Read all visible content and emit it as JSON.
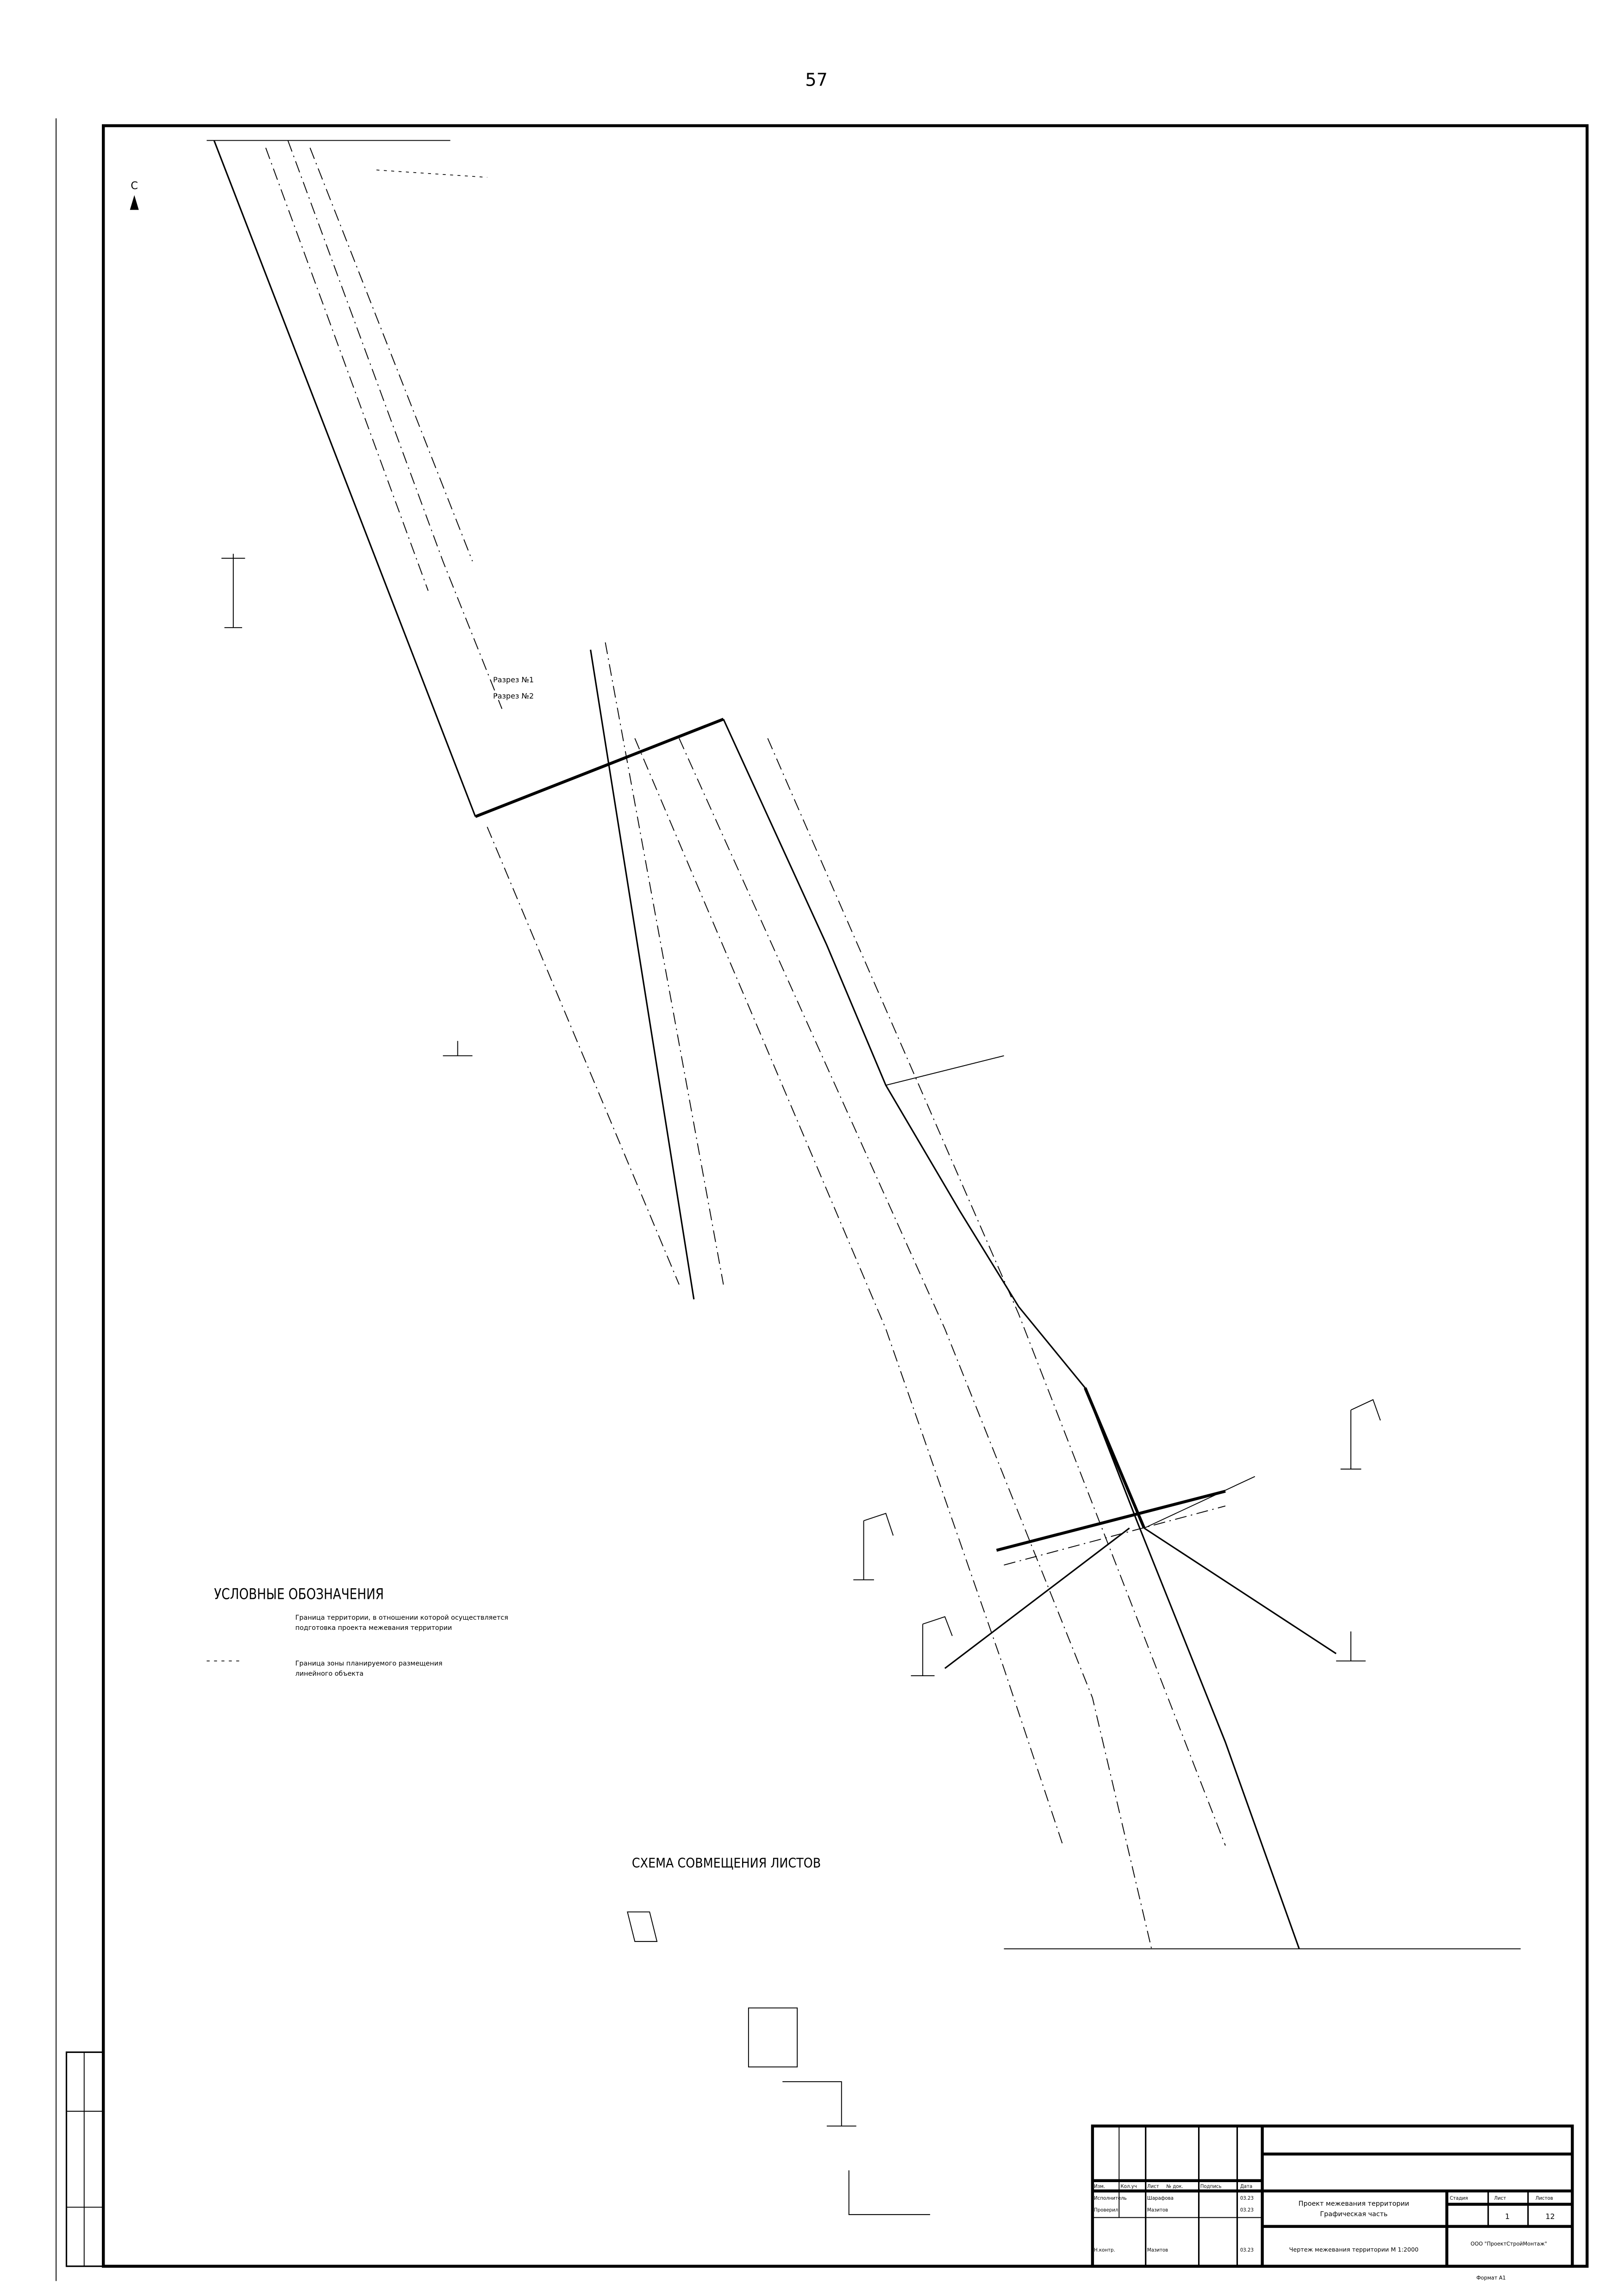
{
  "page_number": "57",
  "north_label": "С",
  "legend": {
    "title": "УСЛОВНЫЕ ОБОЗНАЧЕНИЯ",
    "items": [
      {
        "line1": "Граница территории, в отношении которой осуществляется",
        "line2": "подготовка проекта межевания территории"
      },
      {
        "line1": "Граница зоны планируемого размещения",
        "line2": "линейного объекта"
      }
    ]
  },
  "scheme_title": "СХЕМА СОВМЕЩЕНИЯ ЛИСТОВ",
  "labels": {
    "section_1": "Разрез №1",
    "section_2": "Разрез №2"
  },
  "title_block": {
    "headers": [
      "Изм.",
      "Кол.уч",
      "Лист",
      "№ док.",
      "Подпись",
      "Дата"
    ],
    "rows": [
      {
        "role": "Исполнитель",
        "name": "Шарафова",
        "date": "03.23"
      },
      {
        "role": "Проверил",
        "name": "Мазитов",
        "date": "03.23"
      },
      {
        "role": "Н.контр.",
        "name": "Мазитов",
        "date": "03.23"
      }
    ],
    "project_title_line1": "Проект межевания территории",
    "project_title_line2": "Графическая часть",
    "sheet_title": "Чертеж межевания территории М 1:2000",
    "stage_header": "Стадия",
    "sheet_header": "Лист",
    "sheets_header": "Листов",
    "sheet": "1",
    "sheets": "12",
    "organization": "ООО \"ПроектСтройМонтаж\"",
    "format": "Формат А1"
  }
}
